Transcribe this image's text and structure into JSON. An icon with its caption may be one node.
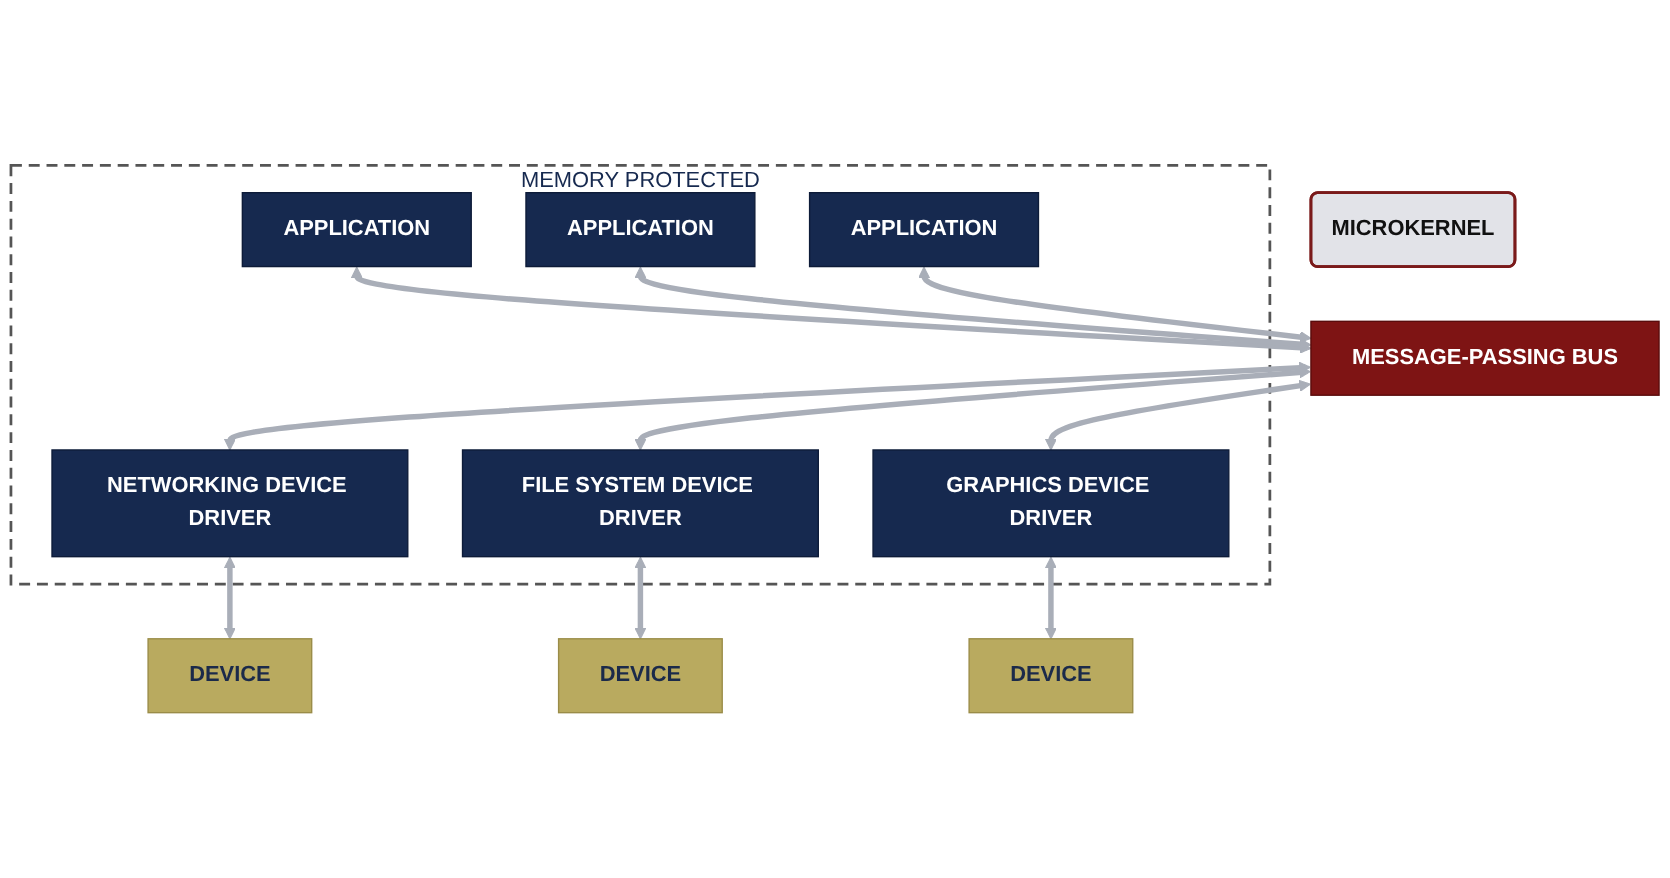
{
  "diagram": {
    "nodes": [
      {
        "text": [
          "MEMORY PROTECTED"
        ]
      },
      {
        "text": [
          "APPLICATION"
        ],
        "in": 0
      },
      {
        "text": [
          "APPLICATION"
        ],
        "in": 0
      },
      {
        "text": [
          "APPLICATION"
        ],
        "in": 0
      },
      {
        "text": [
          "MICROKERNEL"
        ]
      },
      {
        "text": [
          "MESSAGE-PASSING BUS"
        ]
      },
      {
        "text": [
          "NETWORKING DEVICE DRIVER"
        ],
        "in": 0
      },
      {
        "text": [
          "FILE SYSTEM DEVICE DRIVER"
        ],
        "in": 0
      },
      {
        "text": [
          "GRAPHICS DEVICE DRIVER"
        ],
        "in": 0
      },
      {
        "text": [
          "DEVICE"
        ]
      },
      {
        "text": [
          "DEVICE"
        ]
      },
      {
        "text": [
          "DEVICE"
        ]
      }
    ],
    "edges": [
      {
        "from": 1,
        "to": 5,
        "arrow": "both"
      },
      {
        "from": 2,
        "to": 5,
        "arrow": "both"
      },
      {
        "from": 3,
        "to": 5,
        "arrow": "both"
      },
      {
        "from": 5,
        "to": 6,
        "arrow": "both"
      },
      {
        "from": 5,
        "to": 7,
        "arrow": "both"
      },
      {
        "from": 5,
        "to": 8,
        "arrow": "both"
      },
      {
        "from": 6,
        "to": 9,
        "arrow": "both"
      },
      {
        "from": 7,
        "to": 10,
        "arrow": "both"
      },
      {
        "from": 8,
        "to": 11,
        "arrow": "both"
      }
    ]
  }
}
